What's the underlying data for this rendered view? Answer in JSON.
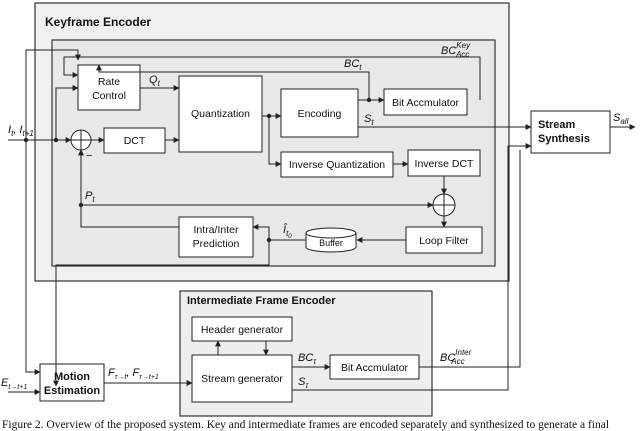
{
  "keyframe_encoder": {
    "title": "Keyframe Encoder",
    "rate_control": [
      "Rate",
      "Control"
    ],
    "quantization": "Quantization",
    "encoding": "Encoding",
    "bit_accumulator": "Bit Accmulator",
    "dct": "DCT",
    "inverse_quantization": "Inverse Quantization",
    "inverse_dct": "Inverse DCT",
    "loop_filter": "Loop Filter",
    "buffer": "Buffer",
    "intra_inter_prediction": [
      "Intra/Inter",
      "Prediction"
    ],
    "minus_sign": "−"
  },
  "intermediate_encoder": {
    "title": "Intermediate Frame Encoder",
    "header_generator": "Header generator",
    "stream_generator": "Stream generator",
    "bit_accumulator": "Bit Accmulator"
  },
  "motion_estimation": [
    "Motion",
    "Estimation"
  ],
  "stream_synthesis": [
    "Stream",
    "Synthesis"
  ],
  "signals": {
    "q": {
      "base": "Q",
      "sub": "t"
    },
    "bc": {
      "base": "BC",
      "sub": "t"
    },
    "bc_key": {
      "base": "BC",
      "sub": "Acc",
      "sup": "Key"
    },
    "s": {
      "base": "S",
      "sub": "t"
    },
    "s_all": {
      "base": "S",
      "sub": "all"
    },
    "input": {
      "base1": "I",
      "sub1": "t",
      "sep": ", ",
      "base2": "I",
      "sub2": "t+1"
    },
    "p": {
      "base": "P",
      "sub": "t"
    },
    "ihat": {
      "base": "Î",
      "sub": "t",
      "subsub": "0"
    },
    "e": {
      "base": "E",
      "sub": "t→t+1"
    },
    "f": {
      "base1": "F",
      "sub1": "τ→t",
      "sep": ", ",
      "base2": "F",
      "sub2": "τ→t+1"
    },
    "bc_tau": {
      "base": "BC",
      "sub": "τ"
    },
    "s_tau": {
      "base": "S",
      "sub": "τ"
    },
    "bc_inter": {
      "base": "BC",
      "sub": "Acc",
      "sup": "Inter"
    }
  },
  "caption": "Figure 2. Overview of the proposed system. Key and intermediate frames are encoded separately and synthesized to generate a final"
}
